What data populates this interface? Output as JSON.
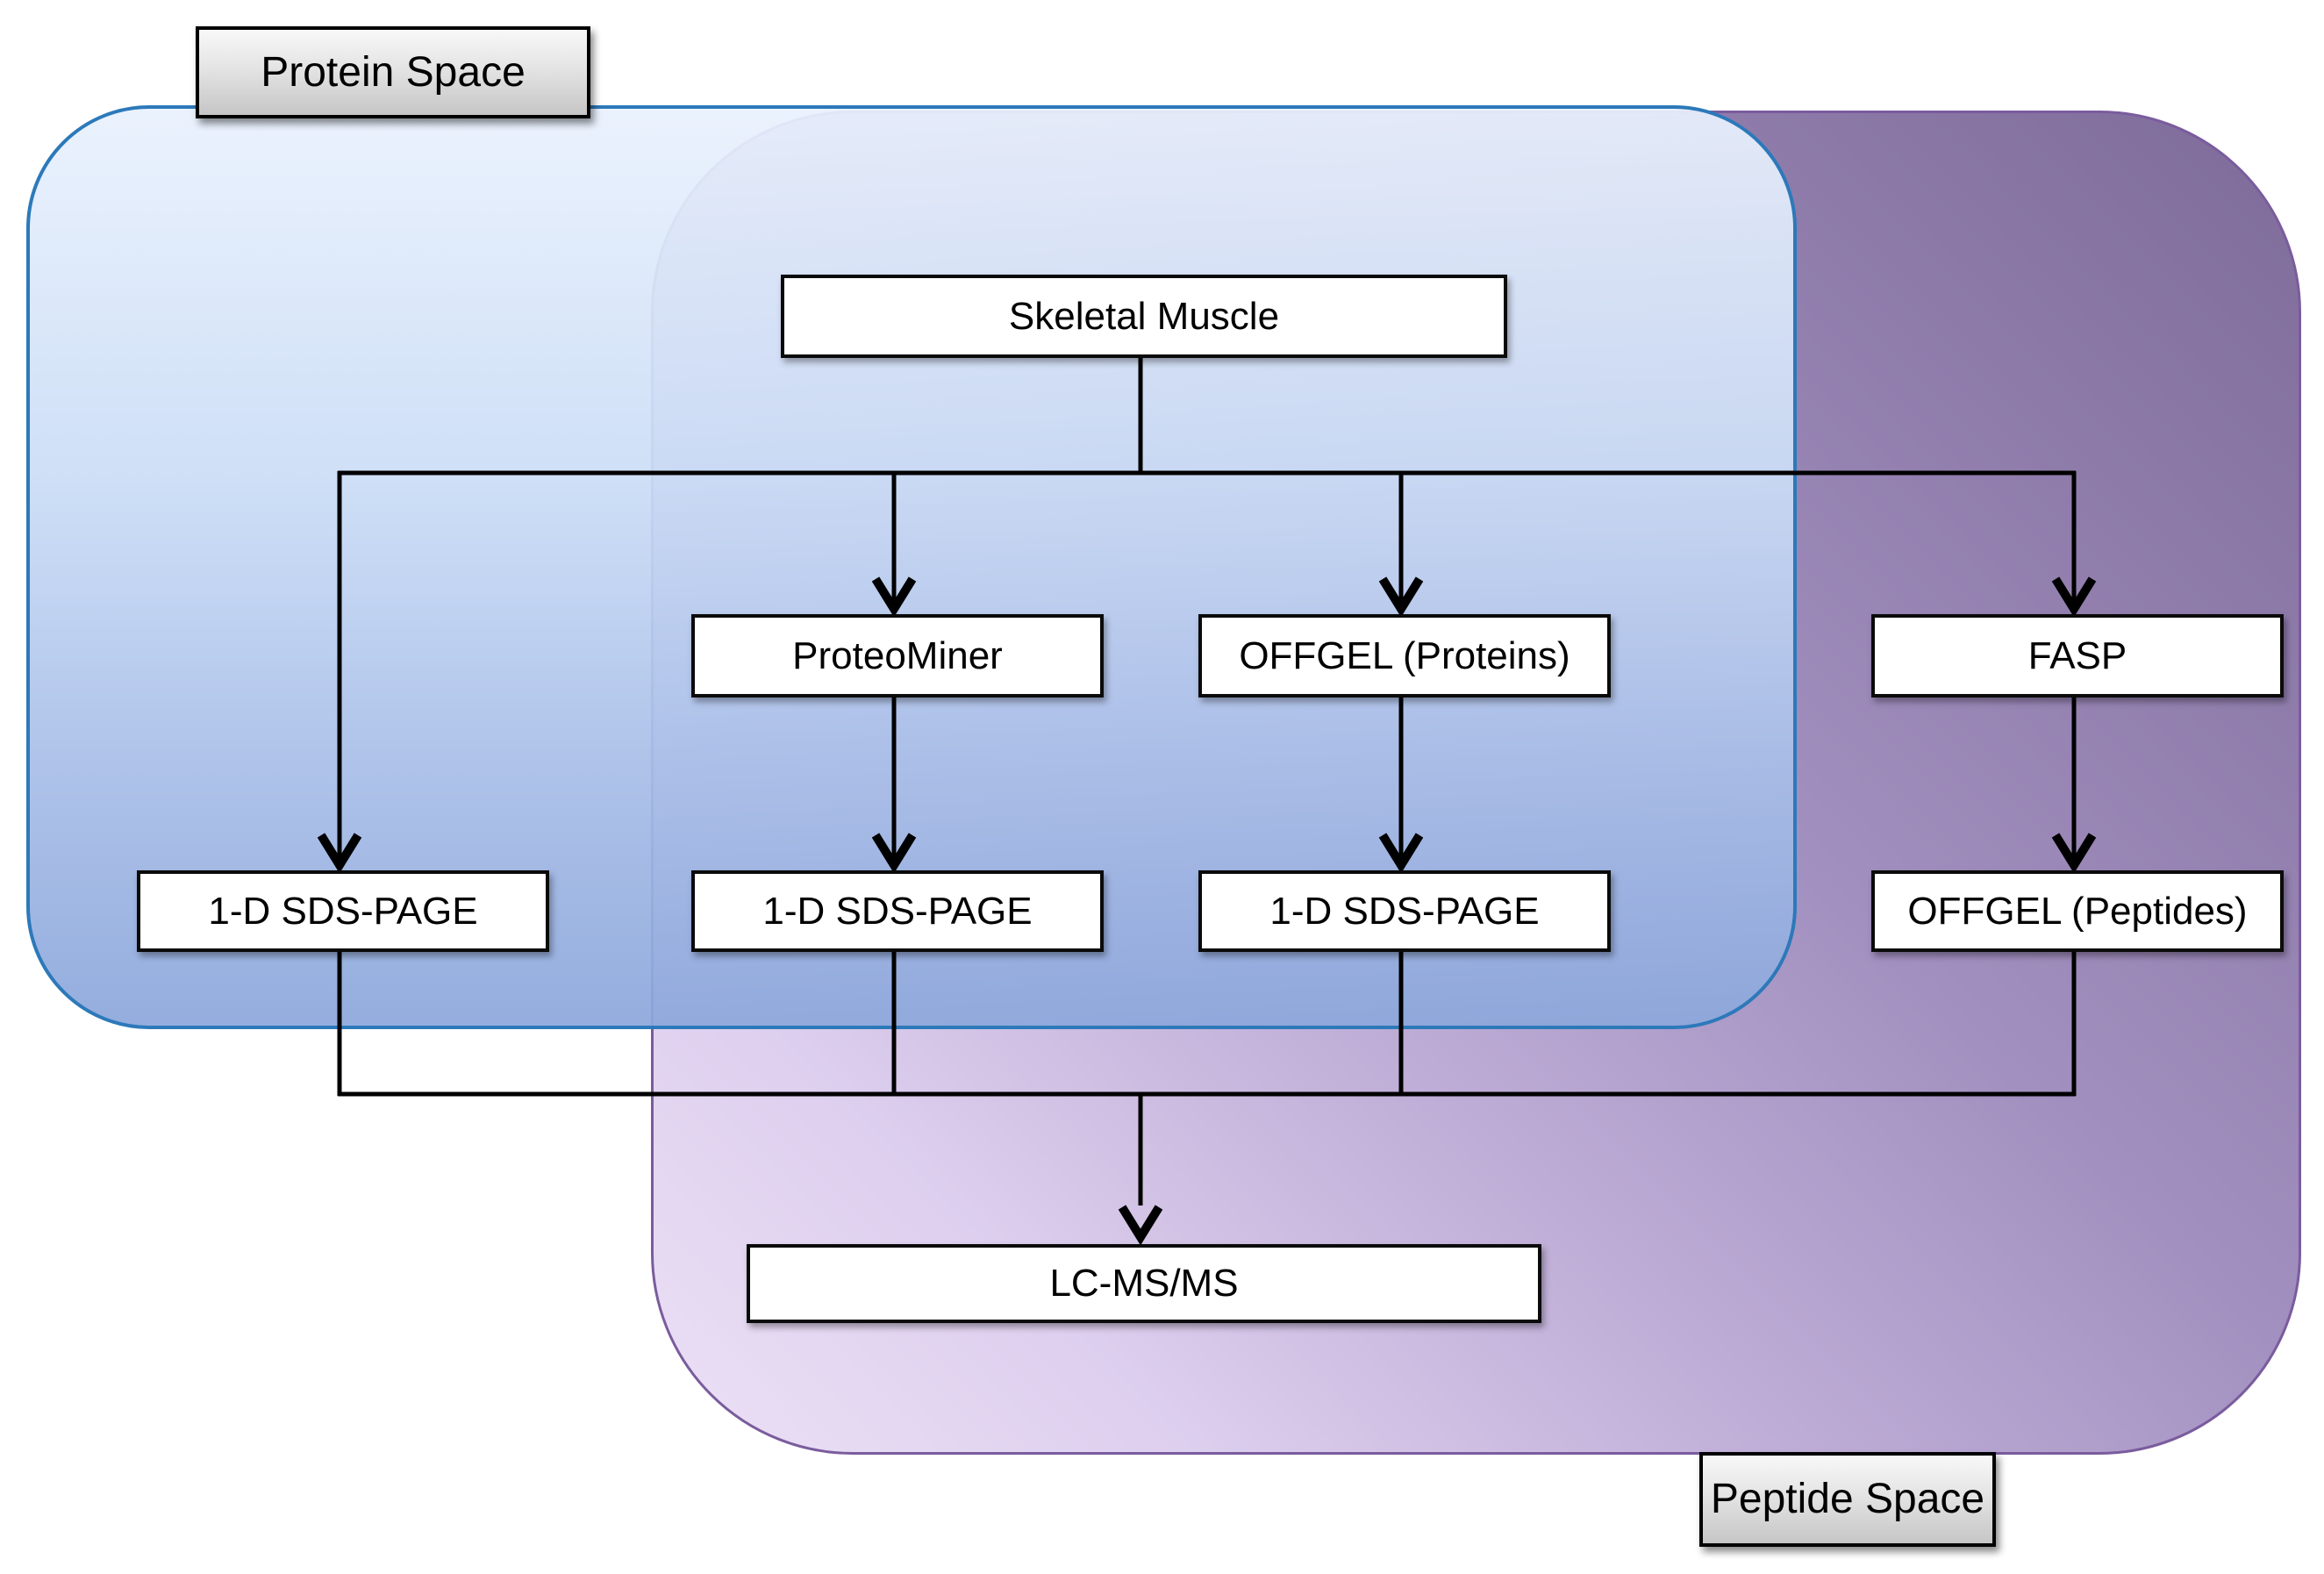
{
  "regions": [
    {
      "id": "protein-space",
      "label": "Protein Space",
      "border_color": "#2c79ba",
      "fill_top": "#e9f1fd",
      "fill_bottom": "#8ca7db"
    },
    {
      "id": "peptide-space",
      "label": "Peptide Space",
      "border_color": "#7a5c9d",
      "fill_dark": "#7e6b99",
      "fill_light": "#ece1f6"
    }
  ],
  "label_box_colors": {
    "fill_top": "#f8f8f8",
    "fill_bottom": "#c6c6c6",
    "border": "#000000"
  },
  "node_box_colors": {
    "fill": "#ffffff",
    "border": "#0a0a0a",
    "text": "#000000"
  },
  "connector_color": "#000000",
  "nodes": [
    {
      "id": "skeletal-muscle",
      "label": "Skeletal Muscle",
      "region": "protein-space"
    },
    {
      "id": "proteominer",
      "label": "ProteoMiner",
      "region": "protein-space"
    },
    {
      "id": "offgel-proteins",
      "label": "OFFGEL (Proteins)",
      "region": "protein-space"
    },
    {
      "id": "fasp",
      "label": "FASP",
      "region": "peptide-space"
    },
    {
      "id": "sds-page-1",
      "label": "1-D SDS-PAGE",
      "region": "protein-space"
    },
    {
      "id": "sds-page-2",
      "label": "1-D SDS-PAGE",
      "region": "protein-space"
    },
    {
      "id": "sds-page-3",
      "label": "1-D SDS-PAGE",
      "region": "protein-space"
    },
    {
      "id": "offgel-peptides",
      "label": "OFFGEL (Peptides)",
      "region": "peptide-space"
    },
    {
      "id": "lc-ms-ms",
      "label": "LC-MS/MS",
      "region": "peptide-space"
    }
  ],
  "edges": [
    {
      "from": "skeletal-muscle",
      "to": "sds-page-1"
    },
    {
      "from": "skeletal-muscle",
      "to": "proteominer"
    },
    {
      "from": "skeletal-muscle",
      "to": "offgel-proteins"
    },
    {
      "from": "skeletal-muscle",
      "to": "fasp"
    },
    {
      "from": "proteominer",
      "to": "sds-page-2"
    },
    {
      "from": "offgel-proteins",
      "to": "sds-page-3"
    },
    {
      "from": "fasp",
      "to": "offgel-peptides"
    },
    {
      "from": "sds-page-1",
      "to": "lc-ms-ms"
    },
    {
      "from": "sds-page-2",
      "to": "lc-ms-ms"
    },
    {
      "from": "sds-page-3",
      "to": "lc-ms-ms"
    },
    {
      "from": "offgel-peptides",
      "to": "lc-ms-ms"
    }
  ]
}
